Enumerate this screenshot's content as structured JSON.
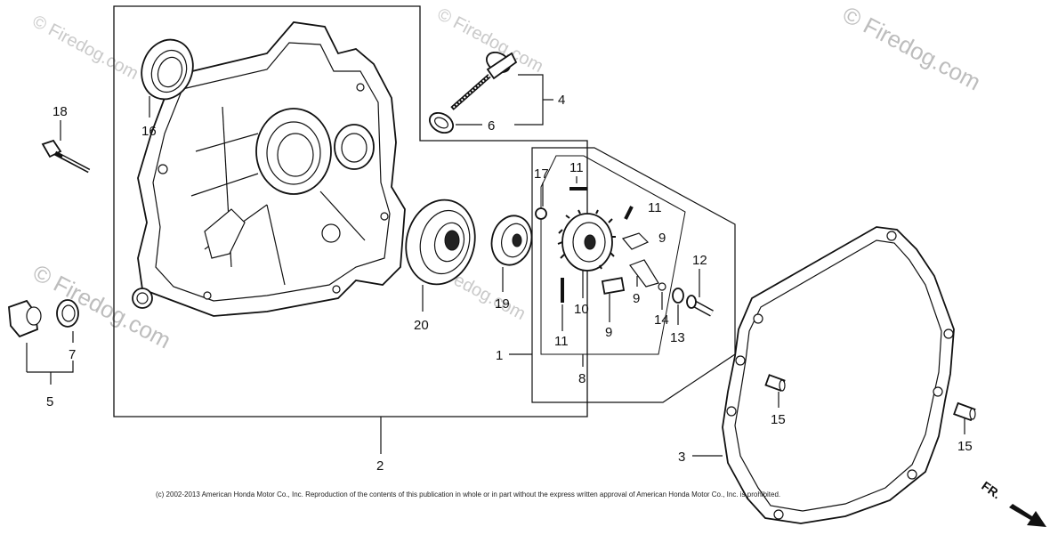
{
  "watermark": "© Firedog.com",
  "copyright": "(c) 2002-2013 American Honda Motor Co., Inc. Reproduction of the contents of this publication in whole or in part without the express written approval of American Honda Motor Co., Inc. is prohibited.",
  "direction_label": "FR.",
  "callouts": {
    "p1": "1",
    "p2": "2",
    "p3": "3",
    "p4": "4",
    "p5": "5",
    "p6": "6",
    "p7": "7",
    "p8": "8",
    "p9a": "9",
    "p9b": "9",
    "p9c": "9",
    "p10": "10",
    "p11a": "11",
    "p11b": "11",
    "p11c": "11",
    "p12": "12",
    "p13": "13",
    "p14": "14",
    "p15a": "15",
    "p15b": "15",
    "p16": "16",
    "p17": "17",
    "p18": "18",
    "p19": "19",
    "p20": "20"
  }
}
